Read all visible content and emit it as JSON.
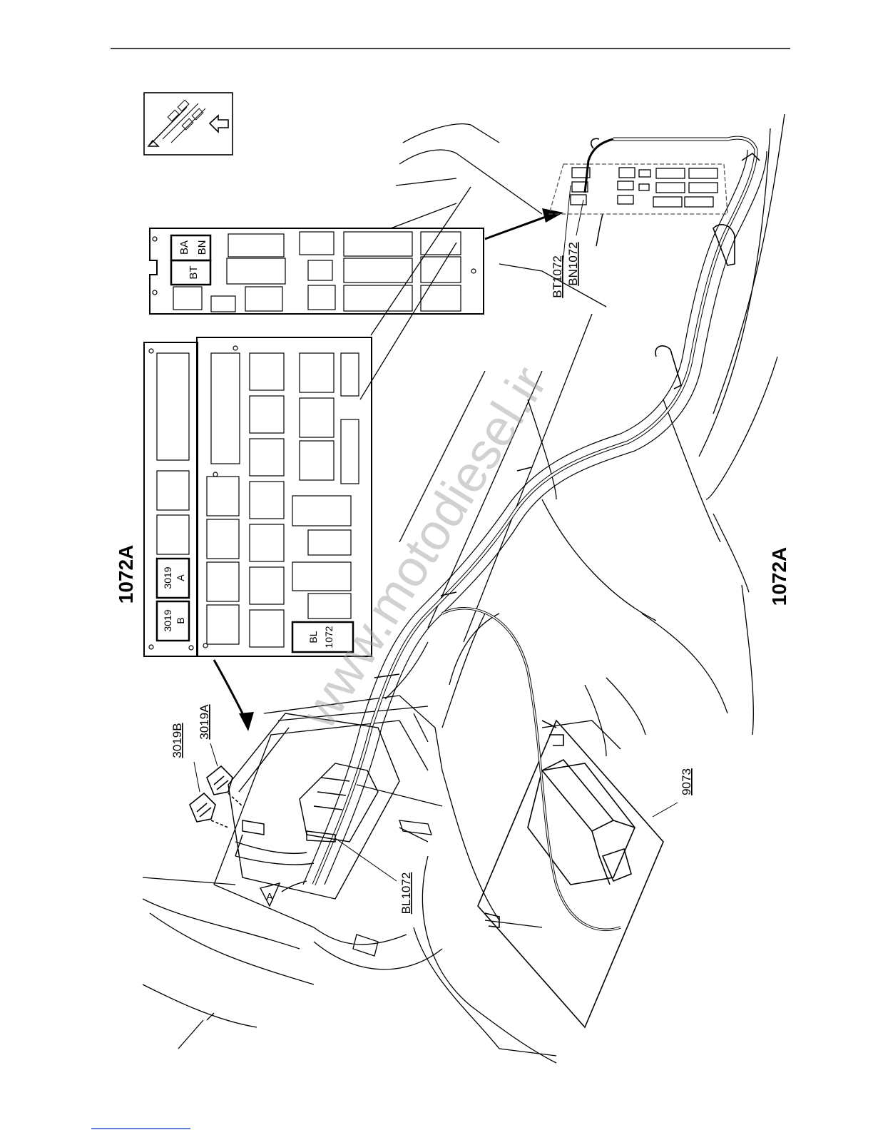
{
  "watermark": "www.motodiesel.ir",
  "titles": {
    "left": "1072A",
    "right": "1072A"
  },
  "labels": {
    "bt1072": "BT1072",
    "bn1072": "BN1072",
    "r3019b": "3019B",
    "r3019a": "3019A",
    "bl1072": "BL1072",
    "ecu9073": "9073"
  },
  "box_labels": {
    "ba": "BA",
    "bn": "BN",
    "bt": "BT",
    "r3019a_num": "3019",
    "r3019a_letter": "A",
    "r3019b_num": "3019",
    "r3019b_letter": "B",
    "bl_top": "BL",
    "bl_bottom": "1072"
  },
  "markers": {
    "view_a": "A"
  },
  "icons": {
    "orientation": "truck-layout-icon",
    "arrow": "arrow-left-icon"
  },
  "colors": {
    "line": "#000000",
    "watermark": "#9a9a9a"
  }
}
